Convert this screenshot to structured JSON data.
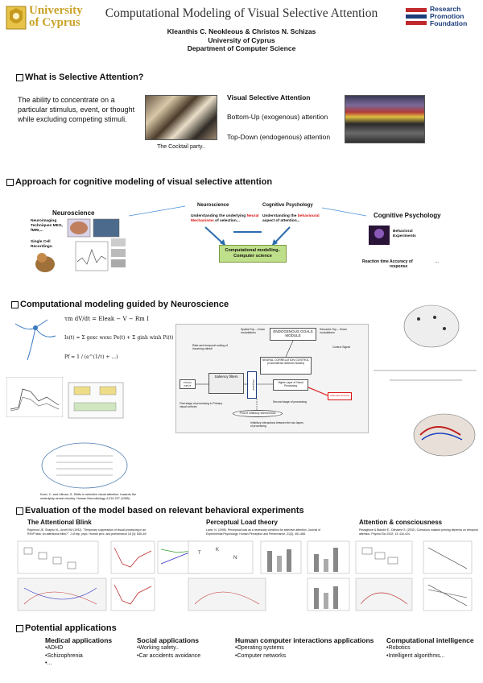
{
  "header": {
    "university": "University of Cyprus",
    "title": "Computational Modeling of Visual Selective Attention",
    "authors": "Kleanthis C. Neokleous & Christos N. Schizas",
    "affiliation": "University of Cyprus",
    "department": "Department of Computer Science",
    "rpf_logo": [
      "Research",
      "Promotion",
      "Foundation"
    ]
  },
  "section1": {
    "heading": "What is Selective Attention?",
    "definition": "The ability to concentrate on a particular stimulus, event, or thought while excluding competing stimuli.",
    "caption": "The Cocktail party..",
    "vsa_title": "Visual Selective Attention",
    "bottom_up": "Bottom-Up (exogenous) attention",
    "top_down": "Top-Down (endogenous) attention"
  },
  "section2": {
    "heading": "Approach for cognitive modeling of visual selective attention",
    "neuroscience_label": "Neuroscience",
    "neuro_techniques": "Neuroimaging Techniques MEG, fMRI,...",
    "single_cell": "Single Cell Recordings.",
    "center_neuro": "Neuroscience",
    "center_neuro_text": "Understanding the underlying",
    "center_neuro_red": "Neural Mechanisms",
    "center_neuro_text2": "of selection...",
    "center_cog": "Cognitive Psychology",
    "center_cog_text": "Understanding the",
    "center_cog_red": "behavioural",
    "center_cog_text2": "aspect of attention...",
    "comp_box": "Computational modelling.. Computer science",
    "right_cog": "Cognitive Psychology",
    "behav": "Behavioral Experiments",
    "reaction": "Reaction time",
    "accuracy": "Accuracy of response",
    "dots": "..."
  },
  "section3": {
    "heading": "Computational modeling guided by Neuroscience",
    "eq1": "τm dV/dt = Eleak − V − Rm I",
    "eq2": "Pf = 1 / (e^(1/τ) + ...)",
    "eq3": "Is(t) = Σ gexc wexc Pe(t) + Σ ginh winh Pi(t)",
    "diagram": {
      "spatial_td": "Spatial Top – Down modulations",
      "endogenous": "ENDOGENOUS GOALS MODULE",
      "semantic_td": "Semantic Top – Down modulations",
      "rate_temporal": "Rate and temporal coding of incoming stimuli",
      "control": "Control Signal",
      "neural_corr": "NEURAL CORRELATION CONTROL (Coincidence detector Nodes)",
      "visual_input": "VISUAL INPUT",
      "saliency": "Saliency filters",
      "integration": "Integration",
      "higher_layer": "Higher Layer of Visual Processing",
      "attended": "Attended stimulus",
      "first_stage": "First stage of processing in Primary visual cortices.",
      "pool": "Pool of inhibitory interneurons",
      "second_stage": "Second stage of processing",
      "inhibitory": "Inhibitory interactions between the two layers of processing"
    },
    "ref": "Koch, C. and Ullman, S. Shifts in selective visual attention: towards the underlying neural circuitry. Human Neurobiology 4:219-227 (1985)."
  },
  "section4": {
    "heading": "Evaluation of the model based on relevant behavioral experiments",
    "col1_title": "The Attentional Blink",
    "col1_ref": "Raymond JE, Shapiro KL, Arnell KM (1992). \"Temporary suppression of visual processing in an RSVP task: an attentional blink?\". J of exp. psyc. Human perc. and performance 18 (3): 849–60",
    "col2_title": "Perceptual Load theory",
    "col2_ref": "Lavie, N. (1995). Perceptual load as a necessary condition for selective attention. Journal of Experimental Psychology: Human Perception and Performance, 21(3), 451-468.",
    "col3_title": "Attention & consciousness",
    "col3_ref": "Pessiglione & Blandin E., Dehaene S. (2002). Conscious masked priming depends on temporal attention. Psychol Sci 2002; 13: 416-424."
  },
  "section5": {
    "heading": "Potential applications",
    "columns": [
      {
        "title": "Medical applications",
        "items": [
          "•ADHD",
          "•Schizophrenia",
          "•..."
        ]
      },
      {
        "title": "Social applications",
        "items": [
          "•Working safety..",
          "•Car accidents avoidance"
        ]
      },
      {
        "title": "Human computer interactions applications",
        "items": [
          "•Operating systems",
          "•Computer networks"
        ]
      },
      {
        "title": "Computational intelligence",
        "items": [
          "•Robotics",
          "•Intelligent algorithms..."
        ]
      }
    ]
  }
}
